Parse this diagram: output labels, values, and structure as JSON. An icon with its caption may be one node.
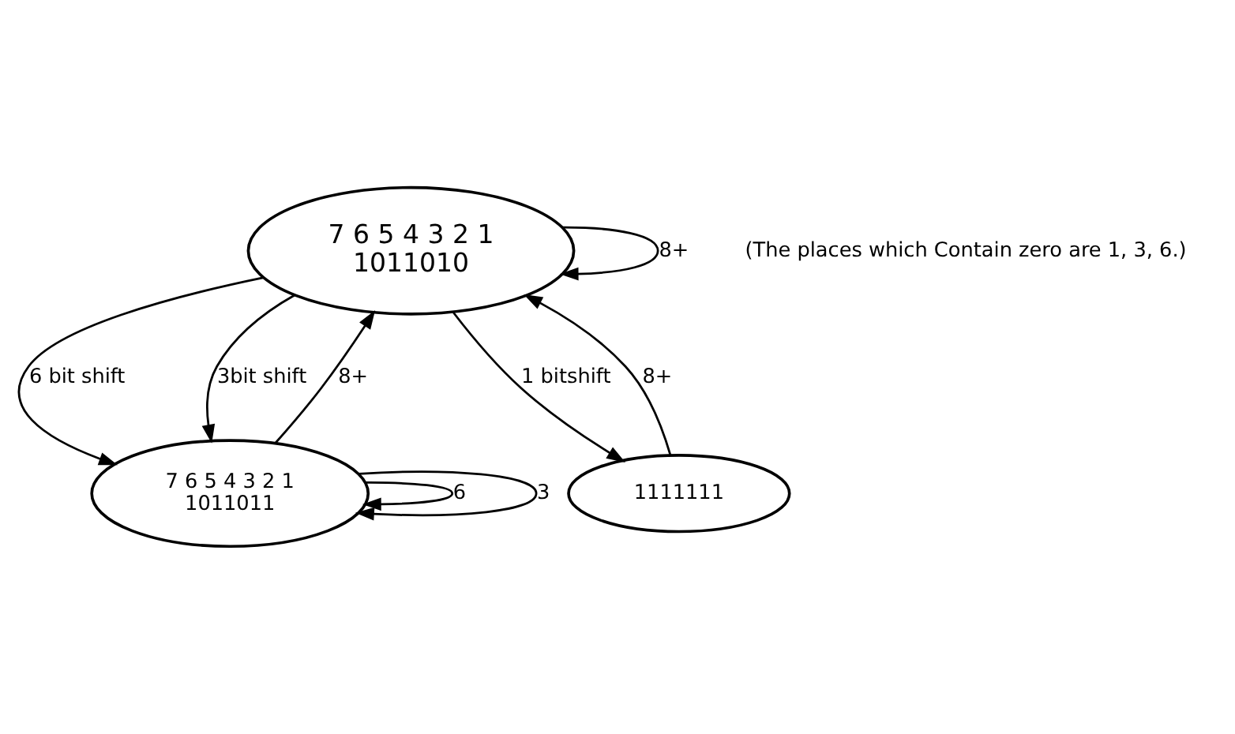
{
  "diagram": {
    "nodes": [
      {
        "text": [
          "7 6 5 4 3 2 1",
          "1011010"
        ]
      },
      {
        "text": [
          "7 6 5 4 3 2 1",
          "1011011"
        ]
      },
      {
        "text": [
          "1111111"
        ]
      }
    ],
    "edges": [
      {
        "from": 0,
        "to": 0,
        "arrow": "to",
        "label": "8+"
      },
      {
        "from": 0,
        "to": 1,
        "arrow": "to",
        "label": "6 bit shift"
      },
      {
        "from": 0,
        "to": 1,
        "arrow": "to",
        "label": "3bit shift"
      },
      {
        "from": 0,
        "to": 2,
        "arrow": "to",
        "label": "1 bitshift"
      },
      {
        "from": 1,
        "to": 0,
        "arrow": "to",
        "label": "8+"
      },
      {
        "from": 2,
        "to": 0,
        "arrow": "to",
        "label": "8+"
      },
      {
        "from": 1,
        "to": 1,
        "arrow": "to",
        "label": "6"
      },
      {
        "from": 1,
        "to": 1,
        "arrow": "to",
        "label": "3"
      }
    ],
    "labels": [
      "(The places which Contain zero are 1, 3, 6.)"
    ]
  }
}
